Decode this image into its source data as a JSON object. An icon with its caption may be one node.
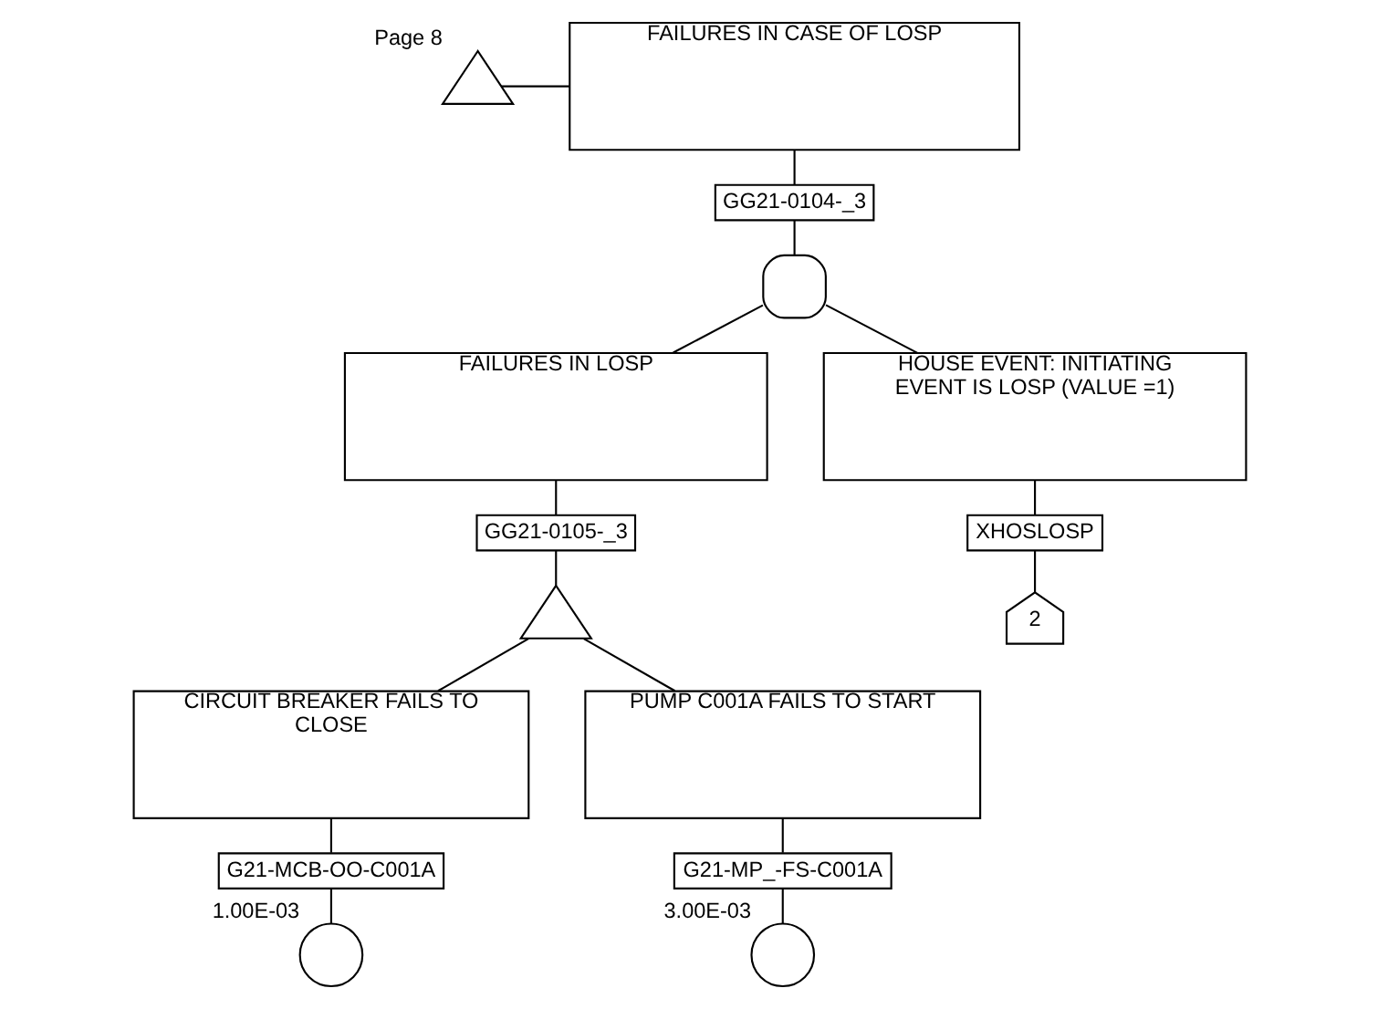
{
  "diagram": {
    "nodes": [
      {
        "text": [
          "FAILURES IN CASE OF LOSP"
        ]
      },
      {
        "text": [],
        "shape": "triangle",
        "beside": [
          "Page 8"
        ]
      },
      {
        "text": [
          "GG21-0104-_3"
        ]
      },
      {
        "text": [],
        "shape": "gate"
      },
      {
        "text": [
          "FAILURES IN LOSP"
        ]
      },
      {
        "text": [
          "HOUSE EVENT: INITIATING EVENT IS LOSP (VALUE =1)"
        ]
      },
      {
        "text": [
          "GG21-0105-_3"
        ]
      },
      {
        "text": [
          "XHOSLOSP"
        ]
      },
      {
        "text": [],
        "shape": "gate"
      },
      {
        "text": [
          "2"
        ]
      },
      {
        "text": [
          "CIRCUIT BREAKER FAILS TO CLOSE"
        ]
      },
      {
        "text": [
          "PUMP C001A FAILS TO START"
        ]
      },
      {
        "text": [
          "G21-MCB-OO-C001A"
        ]
      },
      {
        "text": [
          "G21-MP_-FS-C001A"
        ]
      },
      {
        "text": [],
        "shape": "circle",
        "beside": [
          "1.00E-03"
        ]
      },
      {
        "text": [],
        "shape": "circle",
        "beside": [
          "3.00E-03"
        ]
      }
    ],
    "edges": [
      {
        "from": 1,
        "to": 0,
        "arrow": "none"
      },
      {
        "from": 0,
        "to": 2,
        "arrow": "none"
      },
      {
        "from": 2,
        "to": 3,
        "arrow": "none"
      },
      {
        "from": 3,
        "to": 4,
        "arrow": "none"
      },
      {
        "from": 3,
        "to": 5,
        "arrow": "none"
      },
      {
        "from": 4,
        "to": 6,
        "arrow": "none"
      },
      {
        "from": 5,
        "to": 7,
        "arrow": "none"
      },
      {
        "from": 6,
        "to": 8,
        "arrow": "none"
      },
      {
        "from": 7,
        "to": 9,
        "arrow": "none"
      },
      {
        "from": 8,
        "to": 10,
        "arrow": "none"
      },
      {
        "from": 8,
        "to": 11,
        "arrow": "none"
      },
      {
        "from": 10,
        "to": 12,
        "arrow": "none"
      },
      {
        "from": 11,
        "to": 13,
        "arrow": "none"
      },
      {
        "from": 12,
        "to": 14,
        "arrow": "none"
      },
      {
        "from": 13,
        "to": 15,
        "arrow": "none"
      }
    ]
  }
}
